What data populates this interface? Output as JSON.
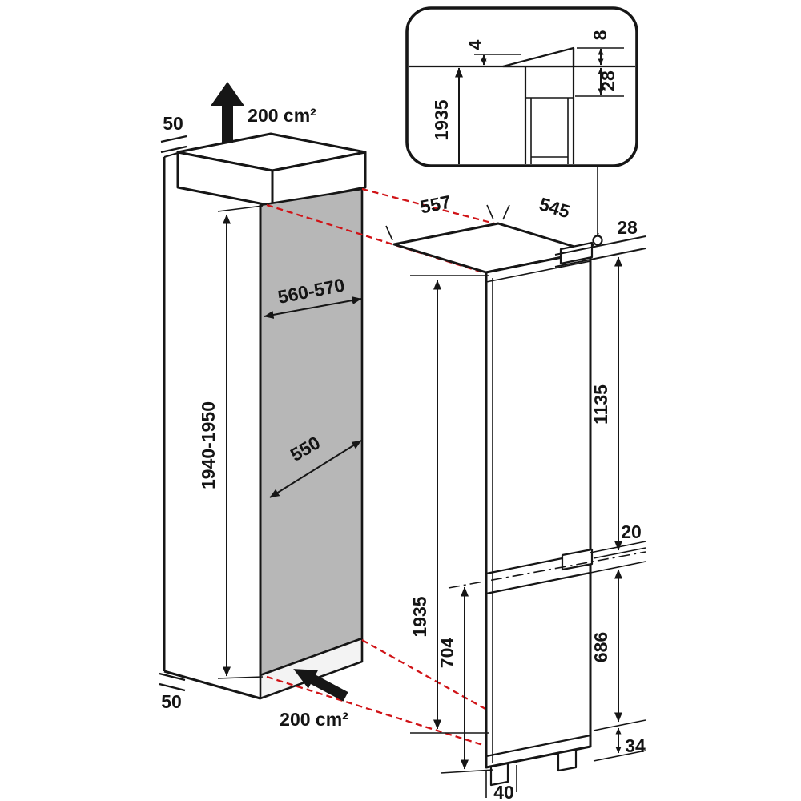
{
  "inset": {
    "top_gap": "4",
    "top_rise": "8",
    "hinge_offset": "28",
    "height": "1935"
  },
  "niche": {
    "top_clearance": "50",
    "top_vent_area": "200 cm²",
    "width": "560-570",
    "height": "1940-1950",
    "depth": "550",
    "bottom_clearance": "50",
    "bottom_vent_area": "200 cm²"
  },
  "appliance": {
    "depth": "557",
    "width": "545",
    "hinge_offset": "28",
    "upper_door_height": "1135",
    "door_gap": "20",
    "height": "1935",
    "lower_section_height": "704",
    "lower_door_height": "686",
    "foot_height": "34",
    "base_recess": "40"
  }
}
